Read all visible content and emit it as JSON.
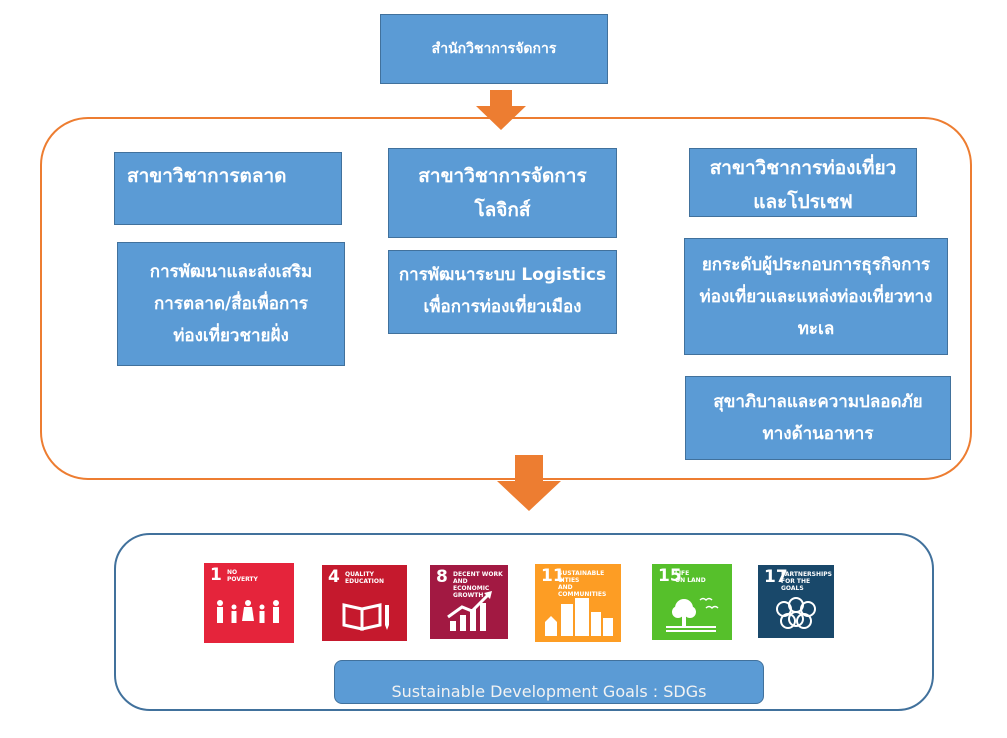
{
  "top": {
    "label": "สำนักวิชาการจัดการ"
  },
  "departments": [
    {
      "name": "สาขาวิชาการตลาด",
      "focus": [
        "การพัฒนาและส่งเสริม\nการตลาด/สื่อเพื่อการ\nท่องเที่ยวชายฝั่ง"
      ]
    },
    {
      "name": "สาขาวิชาการจัดการ\nโลจิกส์",
      "focus": [
        "การพัฒนาระบบ Logistics\nเพื่อการท่องเที่ยวเมือง"
      ]
    },
    {
      "name": "สาขาวิชาการท่องเที่ยว\nและโปรเชฟ",
      "focus": [
        "ยกระดับผู้ประกอบการธุรกิจการ\nท่องเที่ยวและแหล่งท่องเที่ยวทาง\nทะเล",
        "สุขาภิบาลและความปลอดภัย\nทางด้านอาหาร"
      ]
    }
  ],
  "sdgs": [
    {
      "number": "1",
      "label": "NO\nPOVERTY",
      "color": "#e5243b",
      "icon": "family-icon"
    },
    {
      "number": "4",
      "label": "QUALITY\nEDUCATION",
      "color": "#c5192d",
      "icon": "book-pencil-icon"
    },
    {
      "number": "8",
      "label": "DECENT WORK AND\nECONOMIC GROWTH",
      "color": "#a21942",
      "icon": "growth-chart-icon"
    },
    {
      "number": "11",
      "label": "SUSTAINABLE CITIES\nAND COMMUNITIES",
      "color": "#fd9d24",
      "icon": "city-buildings-icon"
    },
    {
      "number": "15",
      "label": "LIFE\nON LAND",
      "color": "#56c02b",
      "icon": "tree-birds-icon"
    },
    {
      "number": "17",
      "label": "PARTNERSHIPS\nFOR THE GOALS",
      "color": "#19486a",
      "icon": "partnership-flower-icon"
    }
  ],
  "sdg_caption": "Sustainable Development Goals : SDGs",
  "colors": {
    "box_fill": "#5b9bd5",
    "box_border": "#41719c",
    "accent_orange": "#ed7d31"
  }
}
